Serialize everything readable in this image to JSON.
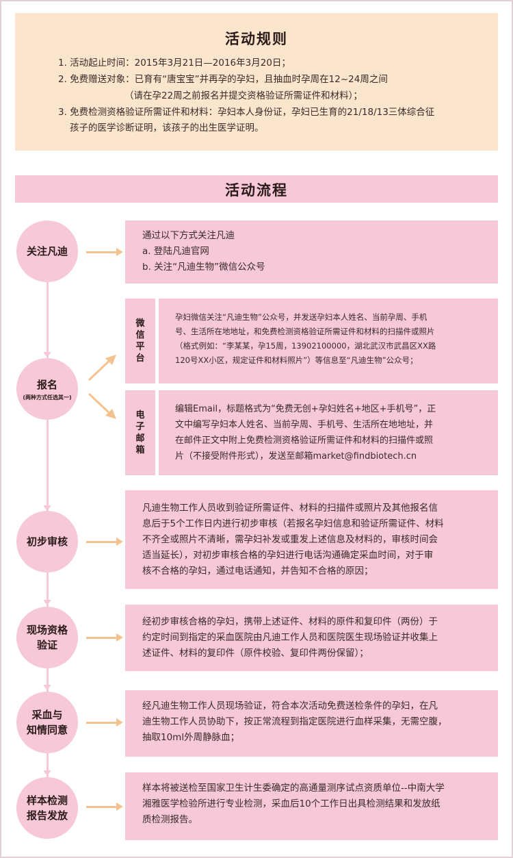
{
  "rules": {
    "title": "活动规则",
    "lines": [
      "1. 活动起止时间：2015年3月21日—2016年3月20日；",
      "2. 免费赠送对象：已育有“唐宝宝”并再孕的孕妇，且抽血时孕周在12~24周之间",
      "（请在孕22周之前报名并提交资格验证所需证件和材料）；",
      "3. 免费检测资格验证所需证件和材料：孕妇本人身份证，孕妇已生育的21/18/13三体综合征",
      "孩子的医学诊断证明，该孩子的出生医学证明。"
    ]
  },
  "process": {
    "title": "活动流程",
    "steps": {
      "follow": {
        "label": "关注凡迪",
        "lines": [
          "通过以下方式关注凡迪",
          "a. 登陆凡迪官网",
          "b. 关注“凡迪生物”微信公众号"
        ]
      },
      "register": {
        "label": "报名",
        "sublabel": "(两种方式任选其一)",
        "wechat": {
          "label": [
            "微",
            "信",
            "平",
            "台"
          ],
          "lines": [
            "孕妇微信关注“凡迪生物”公众号，并发送孕妇本人姓名、当前孕周、手机",
            "号、生活所在地地址，和免费检测资格验证所需证件和材料的扫描件或照片",
            "（格式例如：“李某某，孕15周，13902100000，湖北武汉市武昌区XX路",
            "120号XX小区，规定证件和材料照片”）等信息至“凡迪生物”公众号；"
          ]
        },
        "email": {
          "label": [
            "电",
            "子",
            "邮",
            "箱"
          ],
          "lines": [
            "编辑Email，标题格式为“免费无创+孕妇姓名+地区+手机号”，正",
            "文中编写孕妇本人姓名、当前孕周、手机号、生活所在地地址，并",
            "在邮件正文中附上免费检测资格验证所需证件和材料的扫描件或照",
            "片（不接受附件形式），发送至邮箱market@findbiotech.cn"
          ]
        }
      },
      "review": {
        "label": "初步审核",
        "lines": [
          "凡迪生物工作人员收到验证所需证件、材料的扫描件或照片及其他报名信",
          "息后于5个工作日内进行初步审核（若报名孕妇信息和验证所需证件、材料",
          "不齐全或照片不清晰，需孕妇补发或重发上述信息及材料的，审核时间会",
          "适当延长），对初步审核合格的孕妇进行电话沟通确定采血时间，对于审",
          "核不合格的孕妇，通过电话通知，并告知不合格的原因；"
        ]
      },
      "verify": {
        "label_lines": [
          "现场资格",
          "验证"
        ],
        "lines": [
          "经初步审核合格的孕妇，携带上述证件、材料的原件和复印件（两份）于",
          "约定时间到指定的采血医院由凡迪工作人员和医院医生现场验证并收集上",
          "述证件、材料的复印件（原件校验、复印件两份保留）；"
        ]
      },
      "blood": {
        "label_lines": [
          "采血与",
          "知情同意"
        ],
        "lines": [
          "经凡迪生物工作人员现场验证，符合本次活动免费送检条件的孕妇，在凡",
          "迪生物工作人员协助下，按正常流程到指定医院进行血样采集，无需空腹，",
          "抽取10ml外周静脉血；"
        ]
      },
      "report": {
        "label_lines": [
          "样本检测",
          "报告发放"
        ],
        "lines": [
          "样本将被送检至国家卫生计生委确定的高通量测序试点资质单位--中南大学",
          "湘雅医学检验所进行专业检测，采血后10个工作日出具检测结果和发放纸",
          "质检测报告。"
        ]
      }
    }
  },
  "colors": {
    "pink": "#f6c8d8",
    "peach": "#fbe5cc",
    "arrow": "#f4c28e"
  }
}
